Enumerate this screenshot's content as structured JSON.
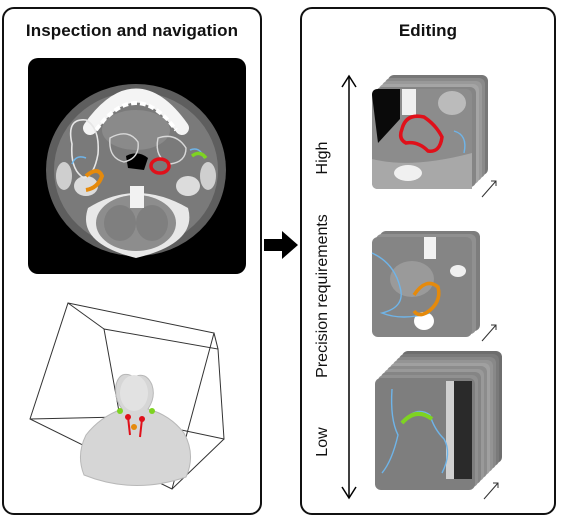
{
  "panels": {
    "left": {
      "title": "Inspection and navigation"
    },
    "right": {
      "title": "Editing"
    }
  },
  "axis": {
    "label": "Precision requirements",
    "high": "High",
    "low": "Low"
  },
  "colors": {
    "border": "#111111",
    "contour_red": "#e0101a",
    "contour_orange": "#e58a0c",
    "contour_green": "#7ed321",
    "contour_blue": "#6fb4e8"
  }
}
